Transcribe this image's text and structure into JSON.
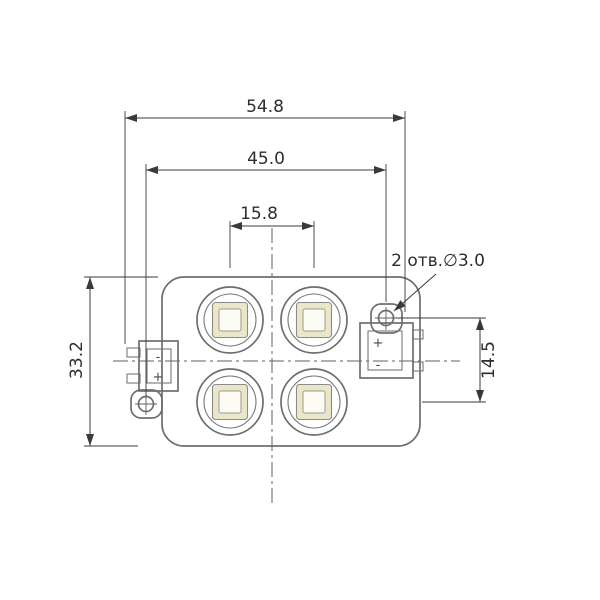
{
  "drawing": {
    "type": "technical-dimension-drawing",
    "subject": "4-led-module-top-view",
    "dimensions": {
      "overall_width": "54.8",
      "hole_span_width": "45.0",
      "led_pitch": "15.8",
      "body_height": "33.2",
      "hole_vertical_offset": "14.5"
    },
    "annotations": {
      "holes_note": "2 отв.∅3.0"
    },
    "left_connector": {
      "top_label": "-",
      "bottom_label": "+"
    },
    "right_connector": {
      "top_label": "+",
      "bottom_label": "-"
    },
    "colors": {
      "background": "#ffffff",
      "geometry_line": "#6e6e6e",
      "dimension_line": "#3a3a3a",
      "chip_fill": "#ece6c9",
      "chip_inner_fill": "#fcfbf4"
    }
  }
}
